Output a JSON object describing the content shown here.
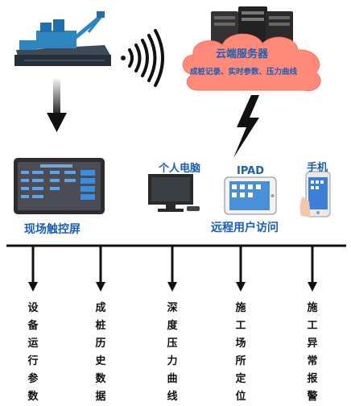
{
  "cloud": {
    "title": "云端服务器",
    "subtitle": "成桩记录、实时参数、压力曲线"
  },
  "touchscreen": {
    "label": "现场触控屏"
  },
  "remote": {
    "label": "远程用户访问",
    "devices": {
      "pc": "个人电脑",
      "ipad": "IPAD",
      "phone": "手机"
    }
  },
  "functions": [
    {
      "label": "设备运行参数"
    },
    {
      "label": "成桩历史数据"
    },
    {
      "label": "深度压力曲线"
    },
    {
      "label": "施工场所定位"
    },
    {
      "label": "施工异常报警"
    }
  ],
  "colors": {
    "blue_text": "#1a5fb4",
    "cloud_fill": "#ff8a7a",
    "machine": "#2e86c1",
    "screen_frame": "#2d2d2d"
  }
}
